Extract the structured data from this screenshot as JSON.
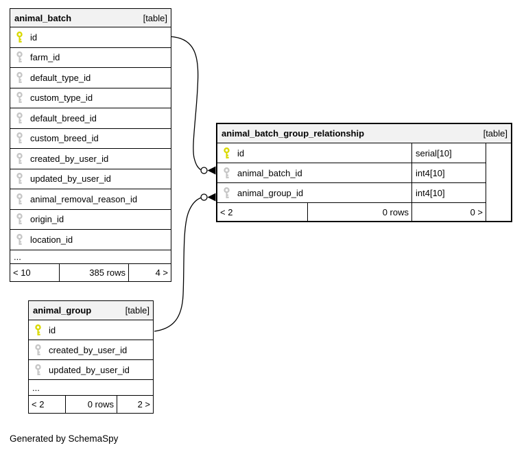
{
  "diagram": {
    "caption": "Generated by SchemaSpy",
    "colors": {
      "border": "#000000",
      "header_bg": "#f2f2f2",
      "pk_key": "#d9d900",
      "fk_key": "#c6c6c6",
      "canvas_bg": "#ffffff"
    },
    "tables": [
      {
        "name": "animal_batch",
        "type_label": "[table]",
        "columns": [
          {
            "name": "id",
            "key": "pk"
          },
          {
            "name": "farm_id",
            "key": "fk"
          },
          {
            "name": "default_type_id",
            "key": "fk"
          },
          {
            "name": "custom_type_id",
            "key": "fk"
          },
          {
            "name": "default_breed_id",
            "key": "fk"
          },
          {
            "name": "custom_breed_id",
            "key": "fk"
          },
          {
            "name": "created_by_user_id",
            "key": "fk"
          },
          {
            "name": "updated_by_user_id",
            "key": "fk"
          },
          {
            "name": "animal_removal_reason_id",
            "key": "fk"
          },
          {
            "name": "origin_id",
            "key": "fk"
          },
          {
            "name": "location_id",
            "key": "fk"
          }
        ],
        "ellipsis": "...",
        "footer": {
          "left": "< 10",
          "center": "385 rows",
          "right": "4 >"
        }
      },
      {
        "name": "animal_batch_group_relationship",
        "type_label": "[table]",
        "columns": [
          {
            "name": "id",
            "key": "pk",
            "type": "serial[10]"
          },
          {
            "name": "animal_batch_id",
            "key": "fk",
            "type": "int4[10]"
          },
          {
            "name": "animal_group_id",
            "key": "fk",
            "type": "int4[10]"
          }
        ],
        "footer": {
          "left": "< 2",
          "center": "0 rows",
          "right": "0 >"
        }
      },
      {
        "name": "animal_group",
        "type_label": "[table]",
        "columns": [
          {
            "name": "id",
            "key": "pk"
          },
          {
            "name": "created_by_user_id",
            "key": "fk"
          },
          {
            "name": "updated_by_user_id",
            "key": "fk"
          }
        ],
        "ellipsis": "...",
        "footer": {
          "left": "< 2",
          "center": "0 rows",
          "right": "2 >"
        }
      }
    ]
  }
}
